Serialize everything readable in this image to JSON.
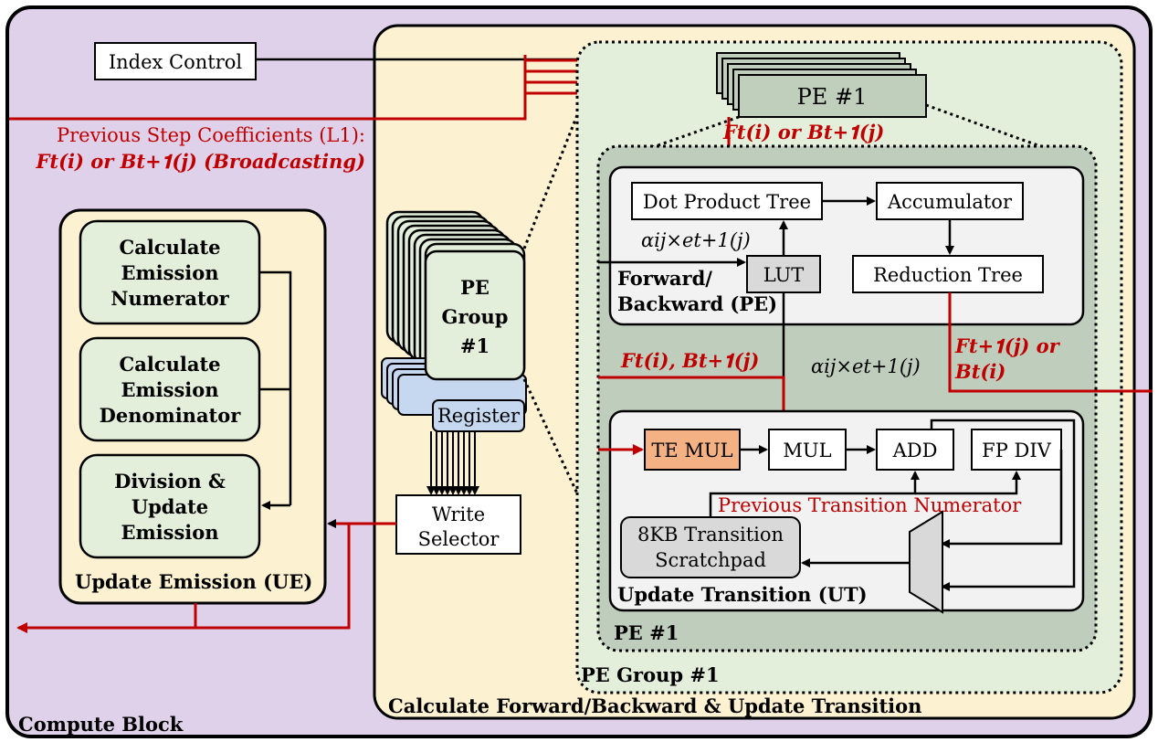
{
  "labels": {
    "compute_block": "Compute Block",
    "index_control": "Index Control",
    "prev_coeff_line1": "Previous Step Coefficients (L1):",
    "prev_coeff_line2": "𝑭𝒕(𝒊) or 𝑩𝒕+𝟏(𝒋) (Broadcasting)",
    "ue_title": "Update Emission (UE)",
    "calc_num": [
      "Calculate",
      "Emission",
      "Numerator"
    ],
    "calc_den": [
      "Calculate",
      "Emission",
      "Denominator"
    ],
    "div_update": [
      "Division &",
      "Update",
      "Emission"
    ],
    "pe_group_card": [
      "PE",
      "Group",
      "#1"
    ],
    "register": "Register",
    "write_selector": [
      "Write",
      "Selector"
    ],
    "cfb_title": "Calculate Forward/Backward & Update Transition",
    "pe_group_1": "PE Group #1",
    "pe_1_stack": "PE #1",
    "pe_1_inner": "PE #1",
    "ft_or_bt1": "𝑭𝒕(𝒊) or 𝑩𝒕+𝟏(𝒋)",
    "dot_product_tree": "Dot Product Tree",
    "accumulator": "Accumulator",
    "reduction_tree": "Reduction Tree",
    "lut": "LUT",
    "alpha_e_1": "αij×et+1(j)",
    "alpha_e_2": "αij×et+1(j)",
    "fb_pe": [
      "Forward/",
      "Backward (PE)"
    ],
    "ft1_or": "𝑭𝒕+𝟏(𝒋) or",
    "bt_i": "𝑩𝒕(𝒊)",
    "ft_bt1_red": "𝑭𝒕(𝒊), 𝑩𝒕+𝟏(𝒋)",
    "te_mul": "TE MUL",
    "mul": "MUL",
    "add": "ADD",
    "fp_div": "FP DIV",
    "prev_trans_num": "Previous Transition Numerator",
    "scratchpad": [
      "8KB Transition",
      "Scratchpad"
    ],
    "ut_title": "Update Transition (UT)"
  },
  "colors": {
    "compute_block_bg": "#e0d1ea",
    "yellow_bg": "#fcf1d0",
    "pe_group_bg": "#e3eedb",
    "pe_inner_bg": "#bfcdbc",
    "green_box": "#e3eedb",
    "pe_stack_fill": "#c0cebc",
    "register_fill": "#c5d8f0",
    "te_mul_fill": "#f4b183",
    "gray_box": "#d9d9d9",
    "red_wire": "#c00000"
  }
}
